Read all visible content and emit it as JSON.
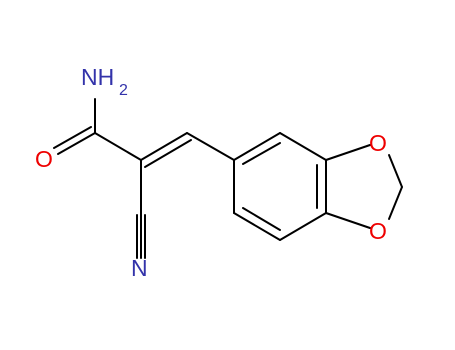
{
  "molecule": {
    "atoms": {
      "amine": "NH",
      "amine_subscript": "2",
      "carbonyl_oxygen": "O",
      "nitrile_nitrogen": "N",
      "ring_oxygen_top": "O",
      "ring_oxygen_bottom": "O"
    },
    "colors": {
      "bond": "#000000",
      "nitrogen": "#3333aa",
      "oxygen": "#ee0000"
    }
  }
}
